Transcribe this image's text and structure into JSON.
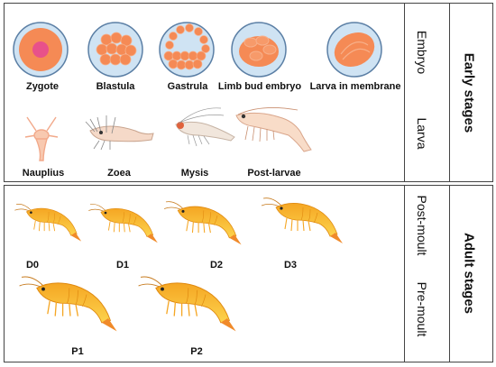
{
  "early": {
    "stage_title": "Early stages",
    "embryo_label": "Embryo",
    "larva_label": "Larva",
    "embryo": [
      {
        "name": "Zygote"
      },
      {
        "name": "Blastula"
      },
      {
        "name": "Gastrula"
      },
      {
        "name": "Limb bud embryo"
      },
      {
        "name": "Larva in membrane"
      }
    ],
    "larvae": [
      {
        "name": "Nauplius"
      },
      {
        "name": "Zoea"
      },
      {
        "name": "Mysis"
      },
      {
        "name": "Post-larvae"
      }
    ]
  },
  "adult": {
    "stage_title": "Adult stages",
    "postmoult_label": "Post-moult",
    "premoult_label": "Pre-moult",
    "stages": [
      {
        "name": "D0"
      },
      {
        "name": "D1"
      },
      {
        "name": "D2"
      },
      {
        "name": "D3"
      },
      {
        "name": "P1"
      },
      {
        "name": "P2"
      }
    ]
  },
  "colors": {
    "egg_outer": "#cfe3f3",
    "egg_inner": "#f58a55",
    "egg_spot": "#e8518a",
    "shrimp_orange": "#f5a623",
    "shrimp_yellow": "#fcd34d",
    "larva_pink": "#f8c9b0",
    "border": "#444444"
  }
}
